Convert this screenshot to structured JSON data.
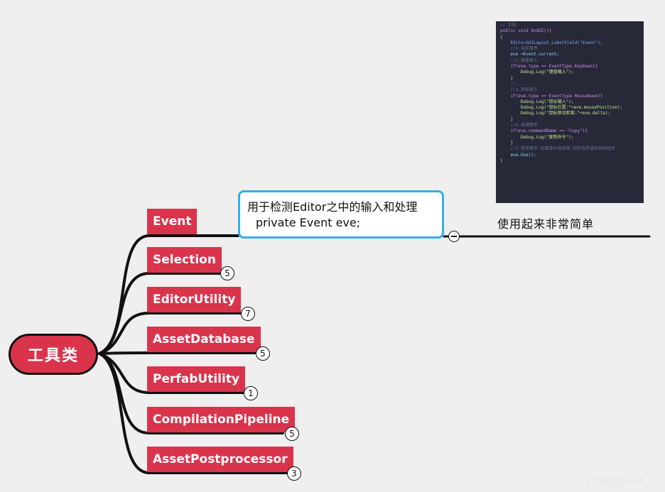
{
  "root": {
    "label": "工具类"
  },
  "branches": [
    {
      "label": "Event",
      "badge": ""
    },
    {
      "label": "Selection",
      "badge": "5"
    },
    {
      "label": "EditorUtility",
      "badge": "7"
    },
    {
      "label": "AssetDatabase",
      "badge": "5"
    },
    {
      "label": "PerfabUtility",
      "badge": "1"
    },
    {
      "label": "CompilationPipeline",
      "badge": "5"
    },
    {
      "label": "AssetPostprocessor",
      "badge": "3"
    }
  ],
  "event_note": {
    "line1": "用于检测Editor之中的输入和处理",
    "line2": "private Event eve;"
  },
  "event_subtopic": "使用起来非常简单",
  "code_lines": [
    "// 字段",
    "public void OnGUI(){",
    "{",
    "    EditorGUILayout.LabelField(\"Event\");",
    "",
    "    //1.当前事件",
    "    eve =Event.current;",
    "    //2.键盘输入",
    "    if(eve.type == EventType.KeyDown){",
    "        Debug.Log(\"键盘输入\");",
    "    }",
    "    //......",
    "    //3.鼠标输入",
    "    if(eve.type == EventType.MouseDown){",
    "        Debug.Log(\"鼠标输入\");",
    "        Debug.Log(\"鼠标位置:\"+eve.mousePosition);",
    "        Debug.Log(\"鼠标移动距离:\"+eve.delta);",
    "    }",
    "",
    "    //4.按键事件",
    "    if(eve.commandName == \"Copy\"){",
    "        Debug.Log(\"复制命令\");",
    "    }",
    "    //5.使用事件:如果事件被使用,则不会传递给其他组件",
    "    eve.Use();",
    "",
    "}"
  ],
  "watermark": "CSDN @哈基咩咩",
  "colors": {
    "node": "#d9344c",
    "note_border": "#35aee6",
    "code_bg": "#272838"
  },
  "icons": {
    "collapse": "minus-circle-icon"
  }
}
